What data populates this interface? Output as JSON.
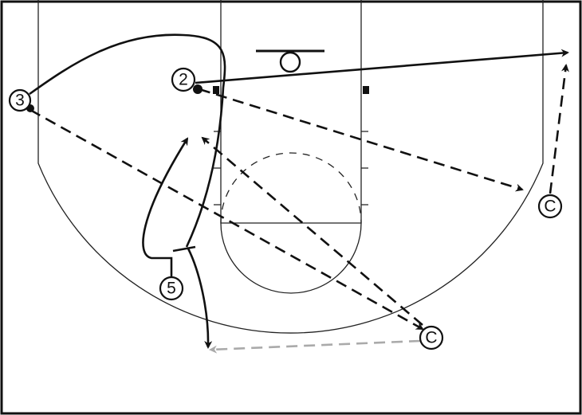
{
  "diagram": {
    "players": [
      {
        "id": "p3",
        "label": "3"
      },
      {
        "id": "p2",
        "label": "2"
      },
      {
        "id": "p5",
        "label": "5"
      },
      {
        "id": "c-wing",
        "label": "C"
      },
      {
        "id": "c-bottom",
        "label": "C"
      }
    ],
    "colors": {
      "lines": "#111111",
      "secondary_pass": "#aaaaaa",
      "background": "#ffffff"
    }
  }
}
